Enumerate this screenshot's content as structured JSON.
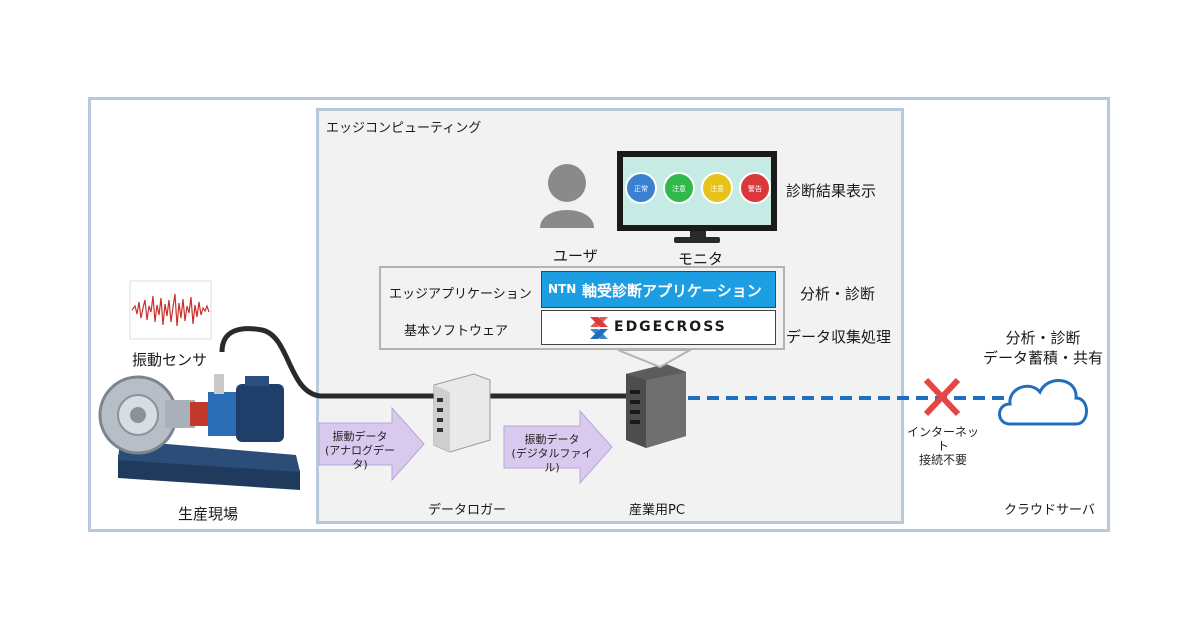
{
  "zones": {
    "edge_computing": "エッジコンピューティング",
    "cloud_server": "クラウドサーバ",
    "production_site": "生産現場"
  },
  "user": {
    "label": "ユーザ"
  },
  "monitor": {
    "label": "モニタ",
    "result_label": "診断結果表示",
    "lamps": [
      {
        "text": "正常",
        "color": "#3a7fd0"
      },
      {
        "text": "注意",
        "color": "#2fb94a"
      },
      {
        "text": "注意",
        "color": "#e6c21a"
      },
      {
        "text": "警告",
        "color": "#d9393a"
      }
    ]
  },
  "software": {
    "edge_app_label": "エッジアプリケーション",
    "base_software_label": "基本ソフトウェア",
    "ntn_logo": "NTN",
    "ntn_app": "軸受診断アプリケーション",
    "edgecross_logo": "EDGECROSS",
    "analysis_label": "分析・診断",
    "data_processing_label": "データ収集処理"
  },
  "sensor": {
    "label": "振動センサ"
  },
  "flow": {
    "analog_line1": "振動データ",
    "analog_line2": "(アナログデータ)",
    "digital_line1": "振動データ",
    "digital_line2": "(デジタルファイル)"
  },
  "devices": {
    "logger": "データロガー",
    "industrial_pc": "産業用PC"
  },
  "internet": {
    "line1": "インターネット",
    "line2": "接続不要"
  },
  "cloud": {
    "line1": "分析・診断",
    "line2": "データ蓄積・共有"
  },
  "colors": {
    "frame": "#b9c9dc",
    "ntn_blue": "#1d9ee3",
    "dashed_link": "#1f6fbf",
    "cross": "#e64545",
    "arrow_fill": "#d9c9ef"
  }
}
